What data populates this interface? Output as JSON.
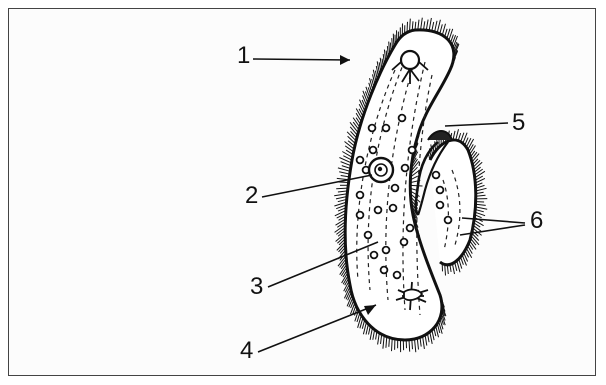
{
  "diagram": {
    "labels": [
      {
        "id": "1",
        "text": "1"
      },
      {
        "id": "2",
        "text": "2"
      },
      {
        "id": "3",
        "text": "3"
      },
      {
        "id": "4",
        "text": "4"
      },
      {
        "id": "5",
        "text": "5"
      },
      {
        "id": "6",
        "text": "6"
      }
    ]
  },
  "colors": {
    "ink": "#111111",
    "frame": "#444444",
    "background": "#fcfcfc"
  }
}
